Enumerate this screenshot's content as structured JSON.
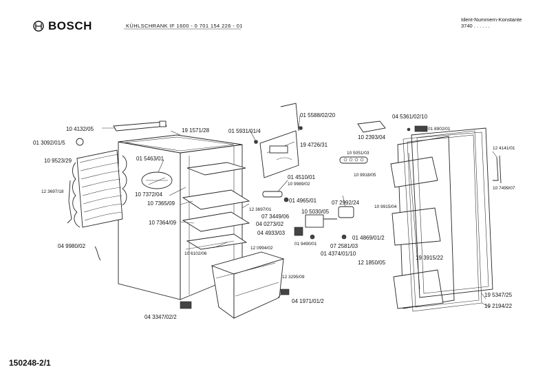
{
  "header": {
    "brand": "BOSCH",
    "title": "KÜHLSCHRANK   IF 1600  -  0 701 154 226 - 01",
    "ident_label": "Ident-Nummern-Konstante",
    "ident_value": "3740  . .    . . . ."
  },
  "footer": {
    "sheet_id": "150248-2/1"
  },
  "icons": {
    "brand_logo": "bosch-armature-logo-icon"
  },
  "labels": {
    "l1": "10  4132/05",
    "l2": "01  3092/01/5",
    "l3": "10  9523/29",
    "l4": "12 3697/18",
    "l5": "04  9980/02",
    "l6": "19  1571/28",
    "l7": "01  5463/01",
    "l8": "10  7372/04",
    "l9": "10  7365/09",
    "l10": "10  7364/09",
    "l11": "10 6102/06",
    "l12": "12 0994/02",
    "l13": "12 3697/01",
    "l14": "12 3295/09",
    "l15": "04  3347/02/2",
    "l16": "01  5588/02/20",
    "l17": "01  5931/01/4",
    "l18": "19  4726/31",
    "l19": "01  4510/01",
    "l20": "10 9989/02",
    "l21": "01  4965/01",
    "l22": "10  5030/05",
    "l23": "07  3449/06",
    "l24": "04  0273/02",
    "l25": "04  4933/03",
    "l26": "01 9490/01",
    "l27": "07  2581/03",
    "l28": "01  4374/01/10",
    "l29": "07  2992/24",
    "l30": "01  4869/01/2",
    "l31": "04  1971/01/2",
    "l32": "04  5361/02/10",
    "l33": "01  8902/01",
    "l34": "10  2393/04",
    "l35": "10 5051/03",
    "l36": "10 9918/05",
    "l37": "10 9915/04",
    "l38": "12 4141/01",
    "l39": "10 7499/07",
    "l40": "19  3915/22",
    "l41": "12  1850/05",
    "l42": "19  5347/25",
    "l43": "19  2194/22"
  }
}
